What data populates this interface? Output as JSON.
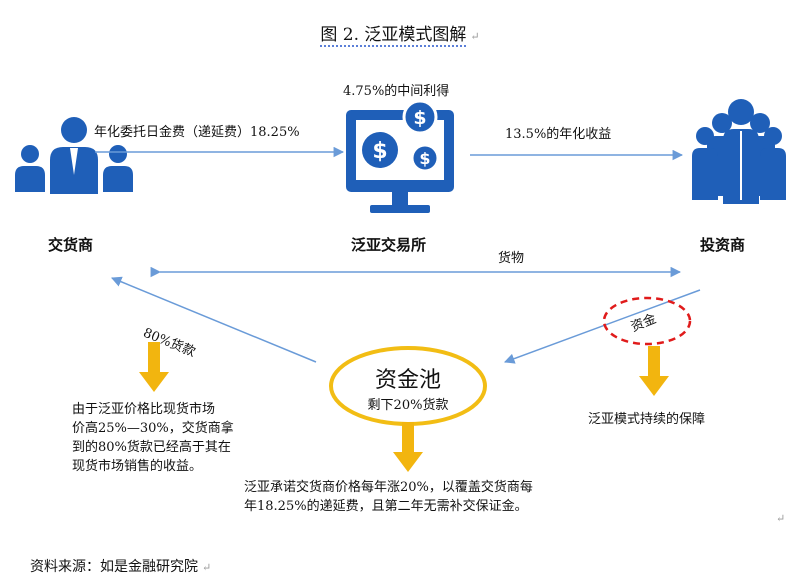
{
  "title": "图 2. 泛亚模式图解",
  "nodes": {
    "left": "交货商",
    "center": "泛亚交易所",
    "right": "投资商",
    "pool_main": "资金池",
    "pool_sub": "剩下20%货款"
  },
  "edges": {
    "fee": "年化委托日金费（递延费）18.25%",
    "spread": "4.75%的中间利得",
    "yield": "13.5%的年化收益",
    "goods": "货物",
    "payment80": "80%货款",
    "funds": "资金"
  },
  "notes": {
    "left_line1": "由于泛亚价格比现货市场",
    "left_line2": "价高25%—30%，交货商拿",
    "left_line3": "到的80%货款已经高于其在",
    "left_line4": "现货市场销售的收益。",
    "center_line1": "泛亚承诺交货商价格每年涨20%，以覆盖交货商每",
    "center_line2": "年18.25%的递延费，且第二年无需补交保证金。",
    "right": "泛亚模式持续的保障"
  },
  "source": "资料来源：如是金融研究院",
  "colors": {
    "icon_blue": "#1f5fb8",
    "arrow_line": "#6a9bd8",
    "pool_ring": "#f2bd14",
    "down_arrow": "#f2b50f",
    "dashed_ring": "#e01b1b"
  }
}
